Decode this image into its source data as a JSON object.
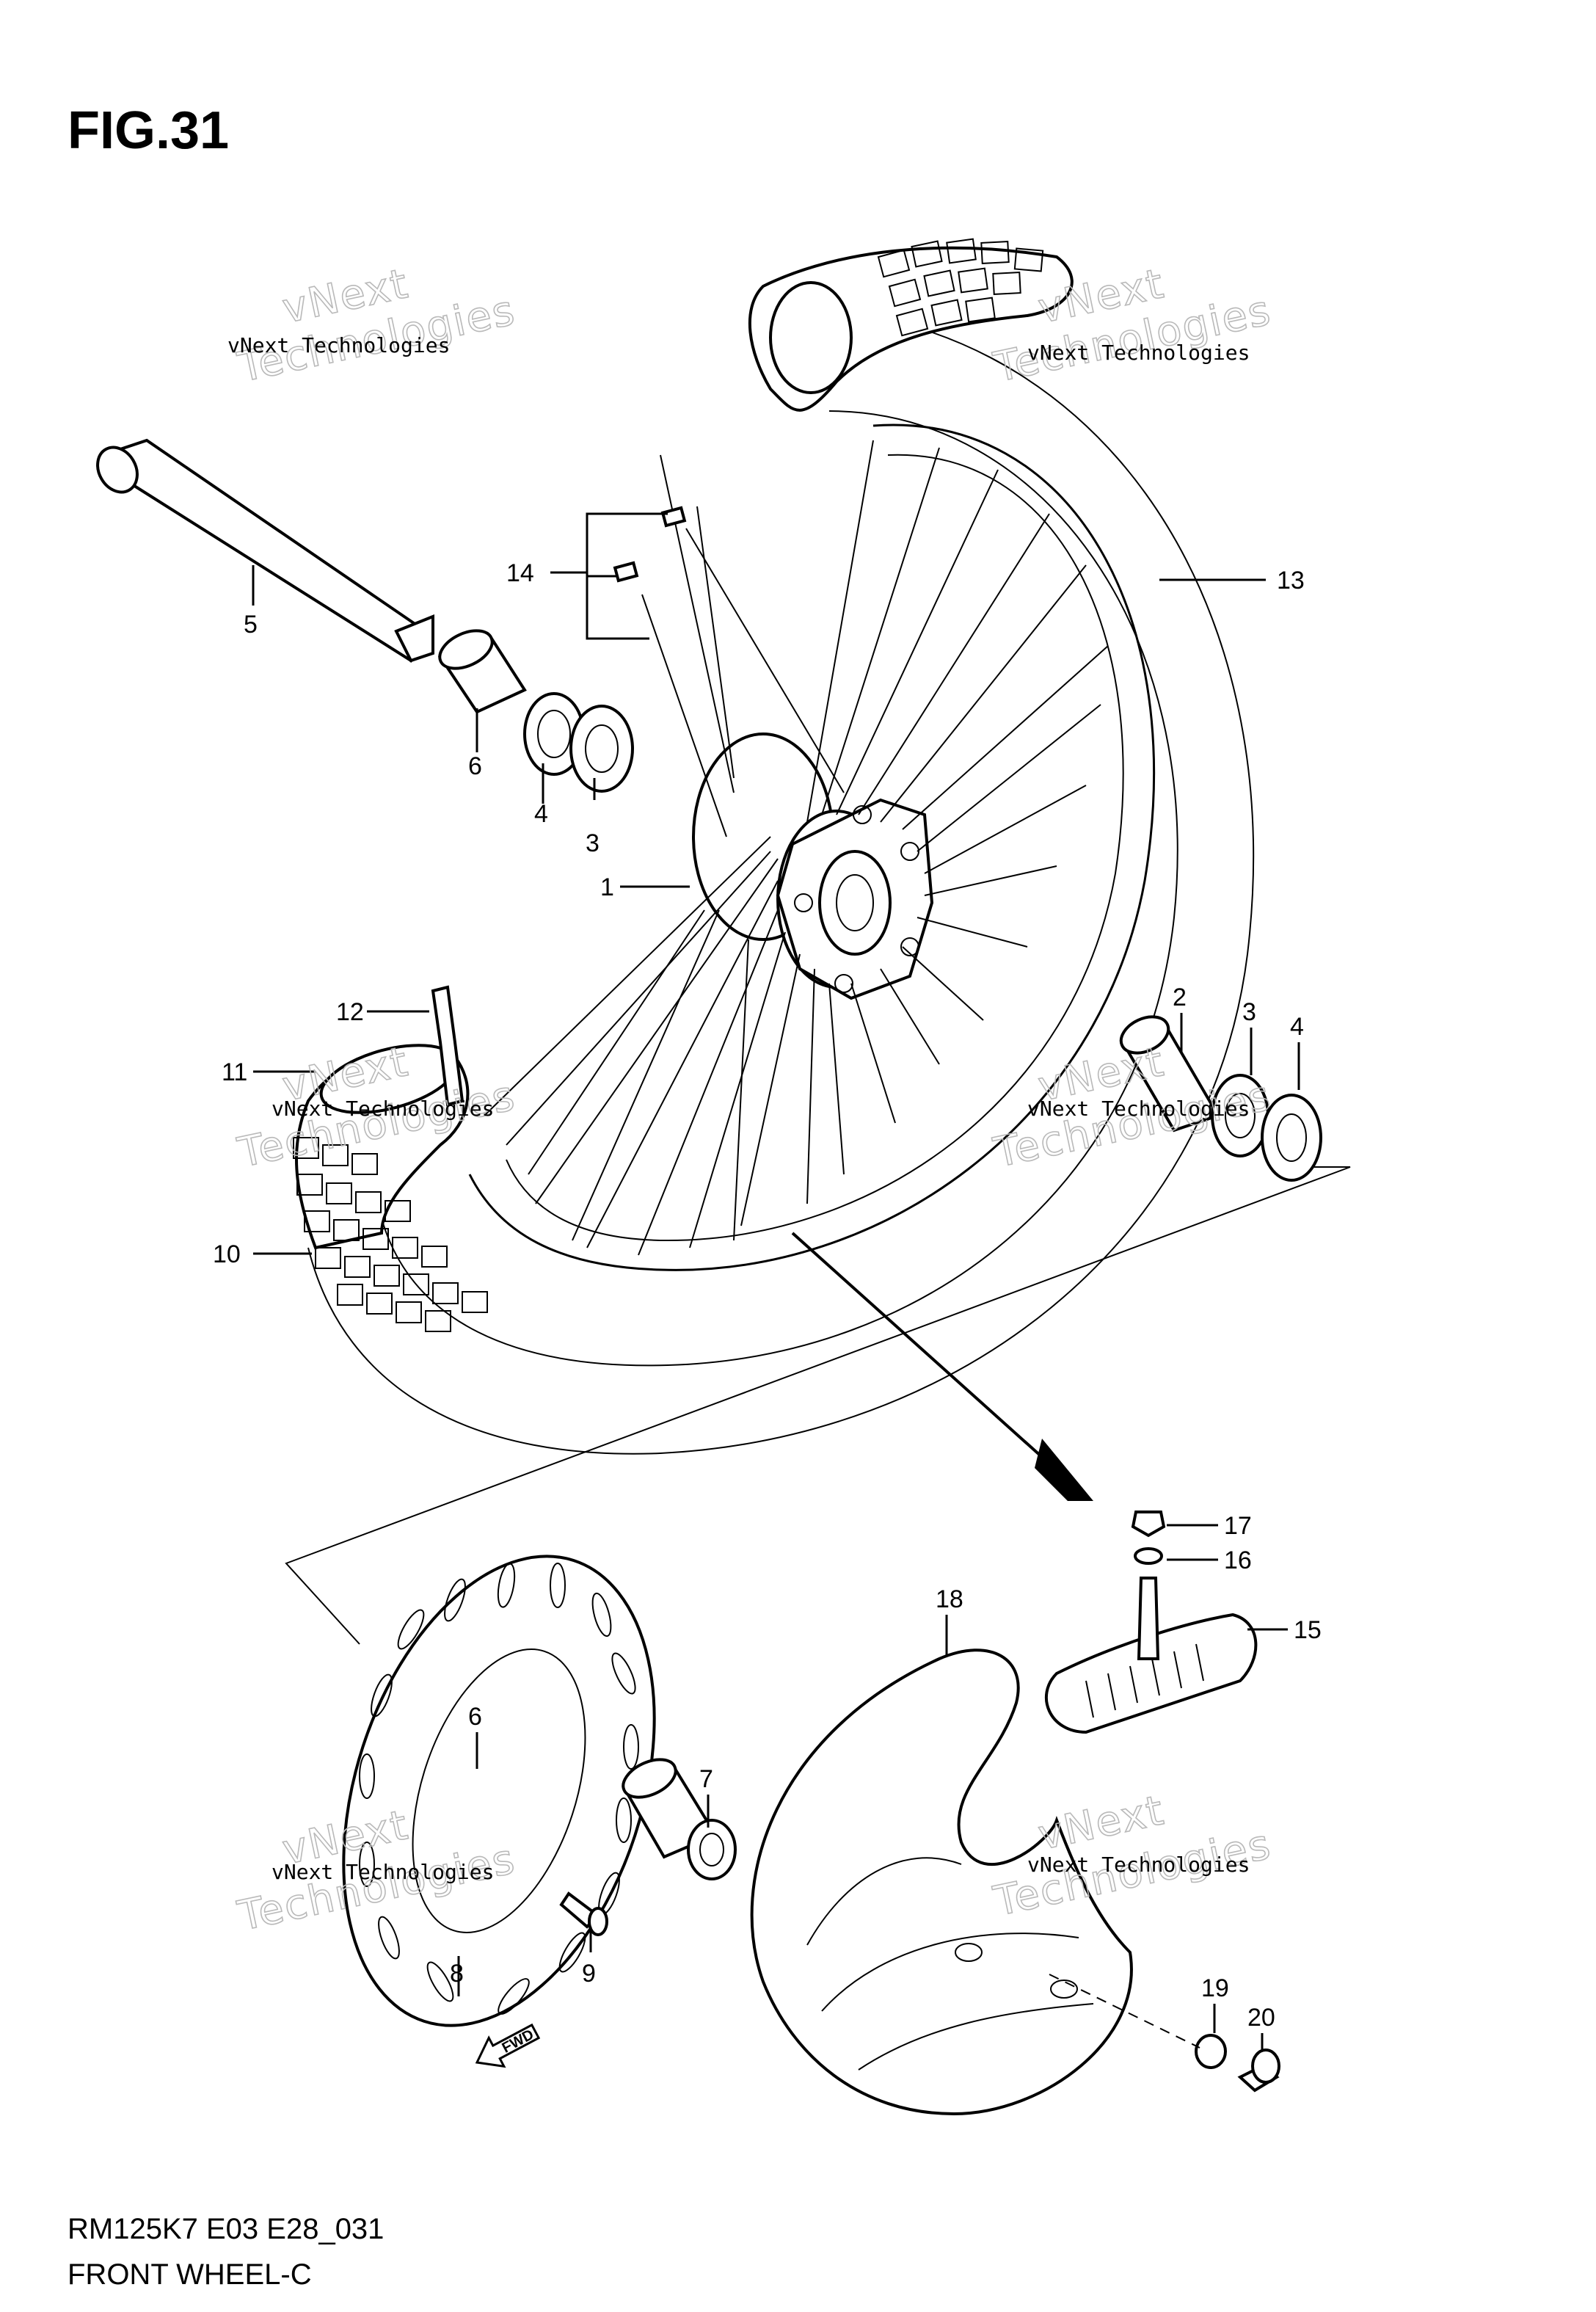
{
  "figure": {
    "title": "FIG.31",
    "model_code": "RM125K7 E03 E28_031",
    "section_name": "FRONT WHEEL-C",
    "direction_label": "FWD"
  },
  "watermark": {
    "small_text": "vNext Technologies",
    "large_line1": "vNext",
    "large_line2": "Technologies"
  },
  "callouts": [
    {
      "id": "c1",
      "label": "1"
    },
    {
      "id": "c2",
      "label": "2"
    },
    {
      "id": "c3a",
      "label": "3"
    },
    {
      "id": "c3b",
      "label": "3"
    },
    {
      "id": "c4a",
      "label": "4"
    },
    {
      "id": "c4b",
      "label": "4"
    },
    {
      "id": "c5",
      "label": "5"
    },
    {
      "id": "c6a",
      "label": "6"
    },
    {
      "id": "c6b",
      "label": "6"
    },
    {
      "id": "c7",
      "label": "7"
    },
    {
      "id": "c8",
      "label": "8"
    },
    {
      "id": "c9",
      "label": "9"
    },
    {
      "id": "c10",
      "label": "10"
    },
    {
      "id": "c11",
      "label": "11"
    },
    {
      "id": "c12",
      "label": "12"
    },
    {
      "id": "c13",
      "label": "13"
    },
    {
      "id": "c14",
      "label": "14"
    },
    {
      "id": "c15",
      "label": "15"
    },
    {
      "id": "c16",
      "label": "16"
    },
    {
      "id": "c17",
      "label": "17"
    },
    {
      "id": "c18",
      "label": "18"
    },
    {
      "id": "c19",
      "label": "19"
    },
    {
      "id": "c20",
      "label": "20"
    }
  ]
}
